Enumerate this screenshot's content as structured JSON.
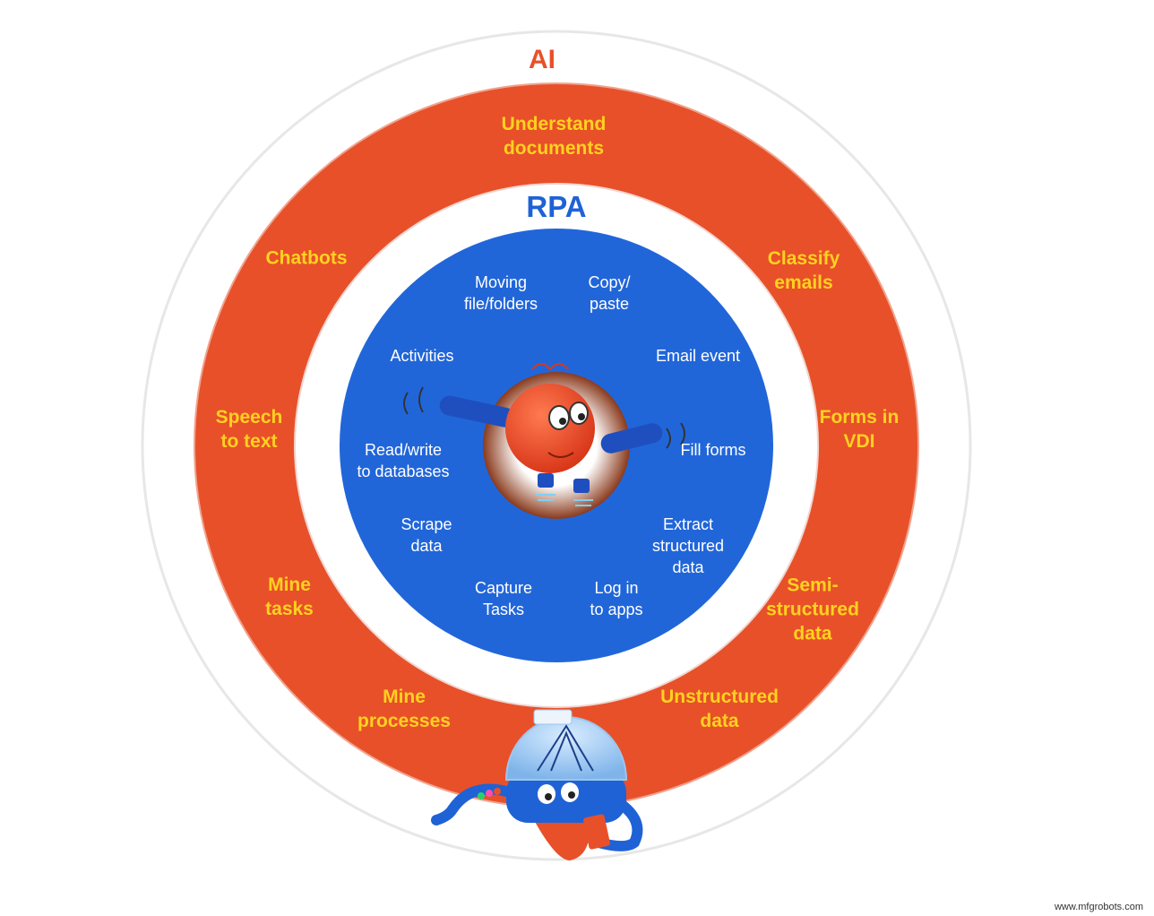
{
  "ai_ring": {
    "title": "AI",
    "items": [
      "Understand\ndocuments",
      "Classify\nemails",
      "Forms in\nVDI",
      "Semi-\nstructured\ndata",
      "Unstructured\ndata",
      "Mine\nprocesses",
      "Mine\ntasks",
      "Speech\nto text",
      "Chatbots"
    ]
  },
  "rpa_core": {
    "title": "RPA",
    "items": [
      "Moving\nfile/folders",
      "Copy/\npaste",
      "Email event",
      "Fill forms",
      "Extract\nstructured\ndata",
      "Log in\nto apps",
      "Capture\nTasks",
      "Scrape\ndata",
      "Read/write\nto databases",
      "Activities"
    ]
  },
  "colors": {
    "ai_orange": "#e8502a",
    "rpa_blue": "#2166d9",
    "ai_text_yellow": "#ffd21f",
    "rpa_text_white": "#ffffff"
  },
  "watermark": "www.mfgrobots.com"
}
